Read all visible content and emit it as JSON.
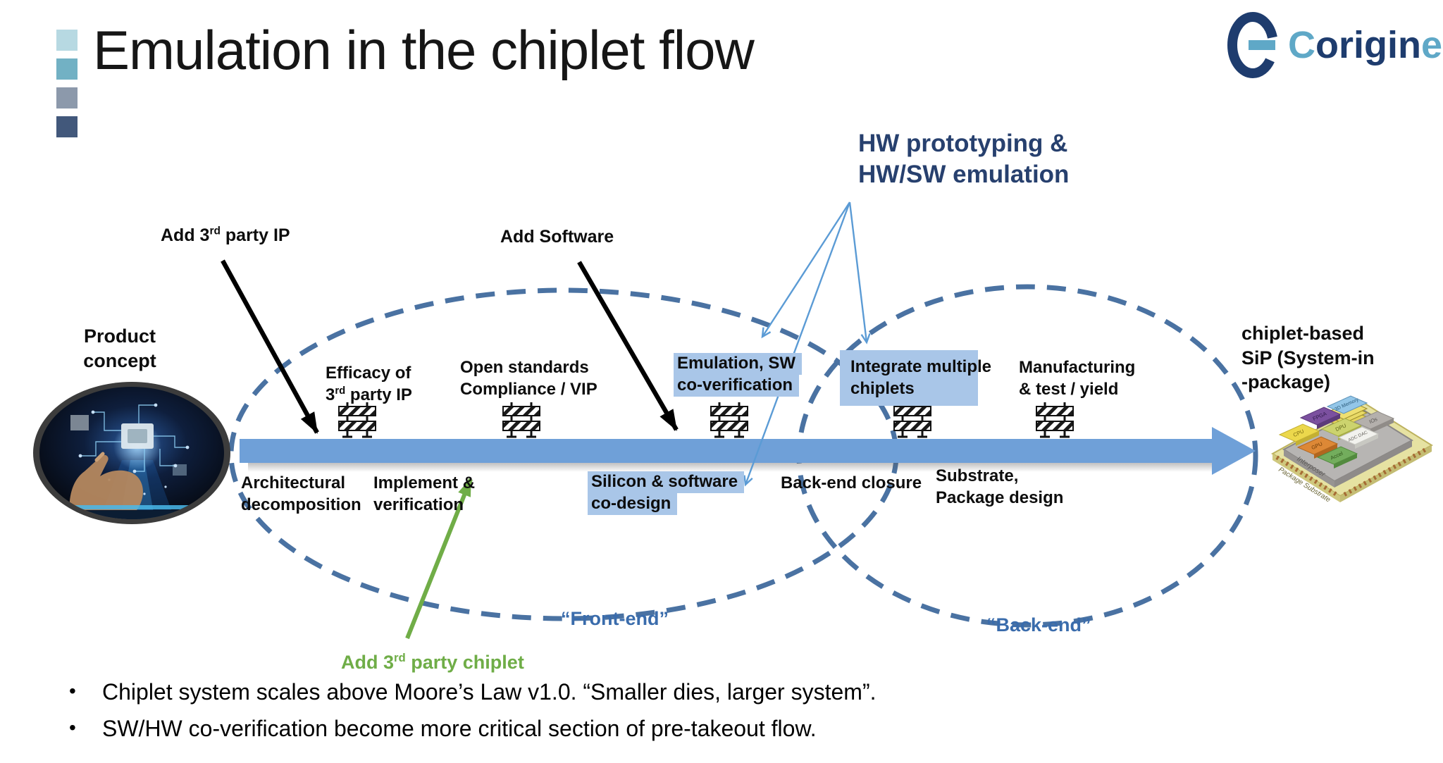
{
  "slide": {
    "title": "Emulation in the chiplet flow",
    "bullet_marker": "•",
    "bullets": [
      "Chiplet system scales above Moore’s Law v1.0. “Smaller dies, larger system”.",
      "SW/HW co-verification become more critical section of pre-takeout flow."
    ]
  },
  "logo": {
    "name": "Corigine",
    "part_c": "C",
    "part_mid": "origin",
    "part_e": "e"
  },
  "callouts": {
    "hw_prototyping_line1": "HW prototyping &",
    "hw_prototyping_line2": "HW/SW emulation",
    "add_ip_pre": "Add 3",
    "add_ip_sup": "rd",
    "add_ip_post": " party IP",
    "add_software": "Add Software",
    "add_chiplet_pre": "Add 3",
    "add_chiplet_sup": "rd",
    "add_chiplet_post": " party chiplet",
    "front_end": "“Front-end”",
    "back_end": "“Back-end”"
  },
  "endpoints": {
    "product_line1": "Product",
    "product_line2": "concept",
    "sip_line1": "chiplet-based",
    "sip_line2": "SiP (System-in",
    "sip_line3": "-package)"
  },
  "stages": {
    "top": [
      {
        "l1": "Efficacy of",
        "l2_pre": "3",
        "l2_sup": "rd",
        "l2_post": " party IP"
      },
      {
        "l1": "Open standards",
        "l2": "Compliance / VIP"
      },
      {
        "l1": "Emulation, SW",
        "l2": "co-verification"
      },
      {
        "l1": "Integrate multiple",
        "l2": "chiplets"
      },
      {
        "l1": "Manufacturing",
        "l2": "& test / yield"
      }
    ],
    "bottom": [
      {
        "l1": "Architectural",
        "l2": "decomposition"
      },
      {
        "l1": "Implement &",
        "l2": "verification"
      },
      {
        "l1": "Silicon & software",
        "l2": "co-design"
      },
      {
        "l1": "Back-end closure"
      },
      {
        "l1": "Substrate,",
        "l2": "Package design"
      }
    ]
  },
  "sip_image": {
    "interposer_label": "Interposer",
    "substrate_label": "Package Substrate",
    "chips": [
      "3D Memory",
      "FPGA",
      "DPU",
      "IOs",
      "CPU",
      "GPU",
      "ADC DAC",
      "Accel"
    ]
  },
  "colors": {
    "highlight": "#a9c6e8",
    "timeline_bar": "#6fa0d8",
    "ellipse_dash": "#4a72a2",
    "navy_text": "#27406e",
    "region_label_blue": "#3a6cac",
    "green": "#70ad47",
    "accent_squares": [
      "#b7d9e2",
      "#72b1c4",
      "#8c99ab",
      "#42587b"
    ]
  }
}
